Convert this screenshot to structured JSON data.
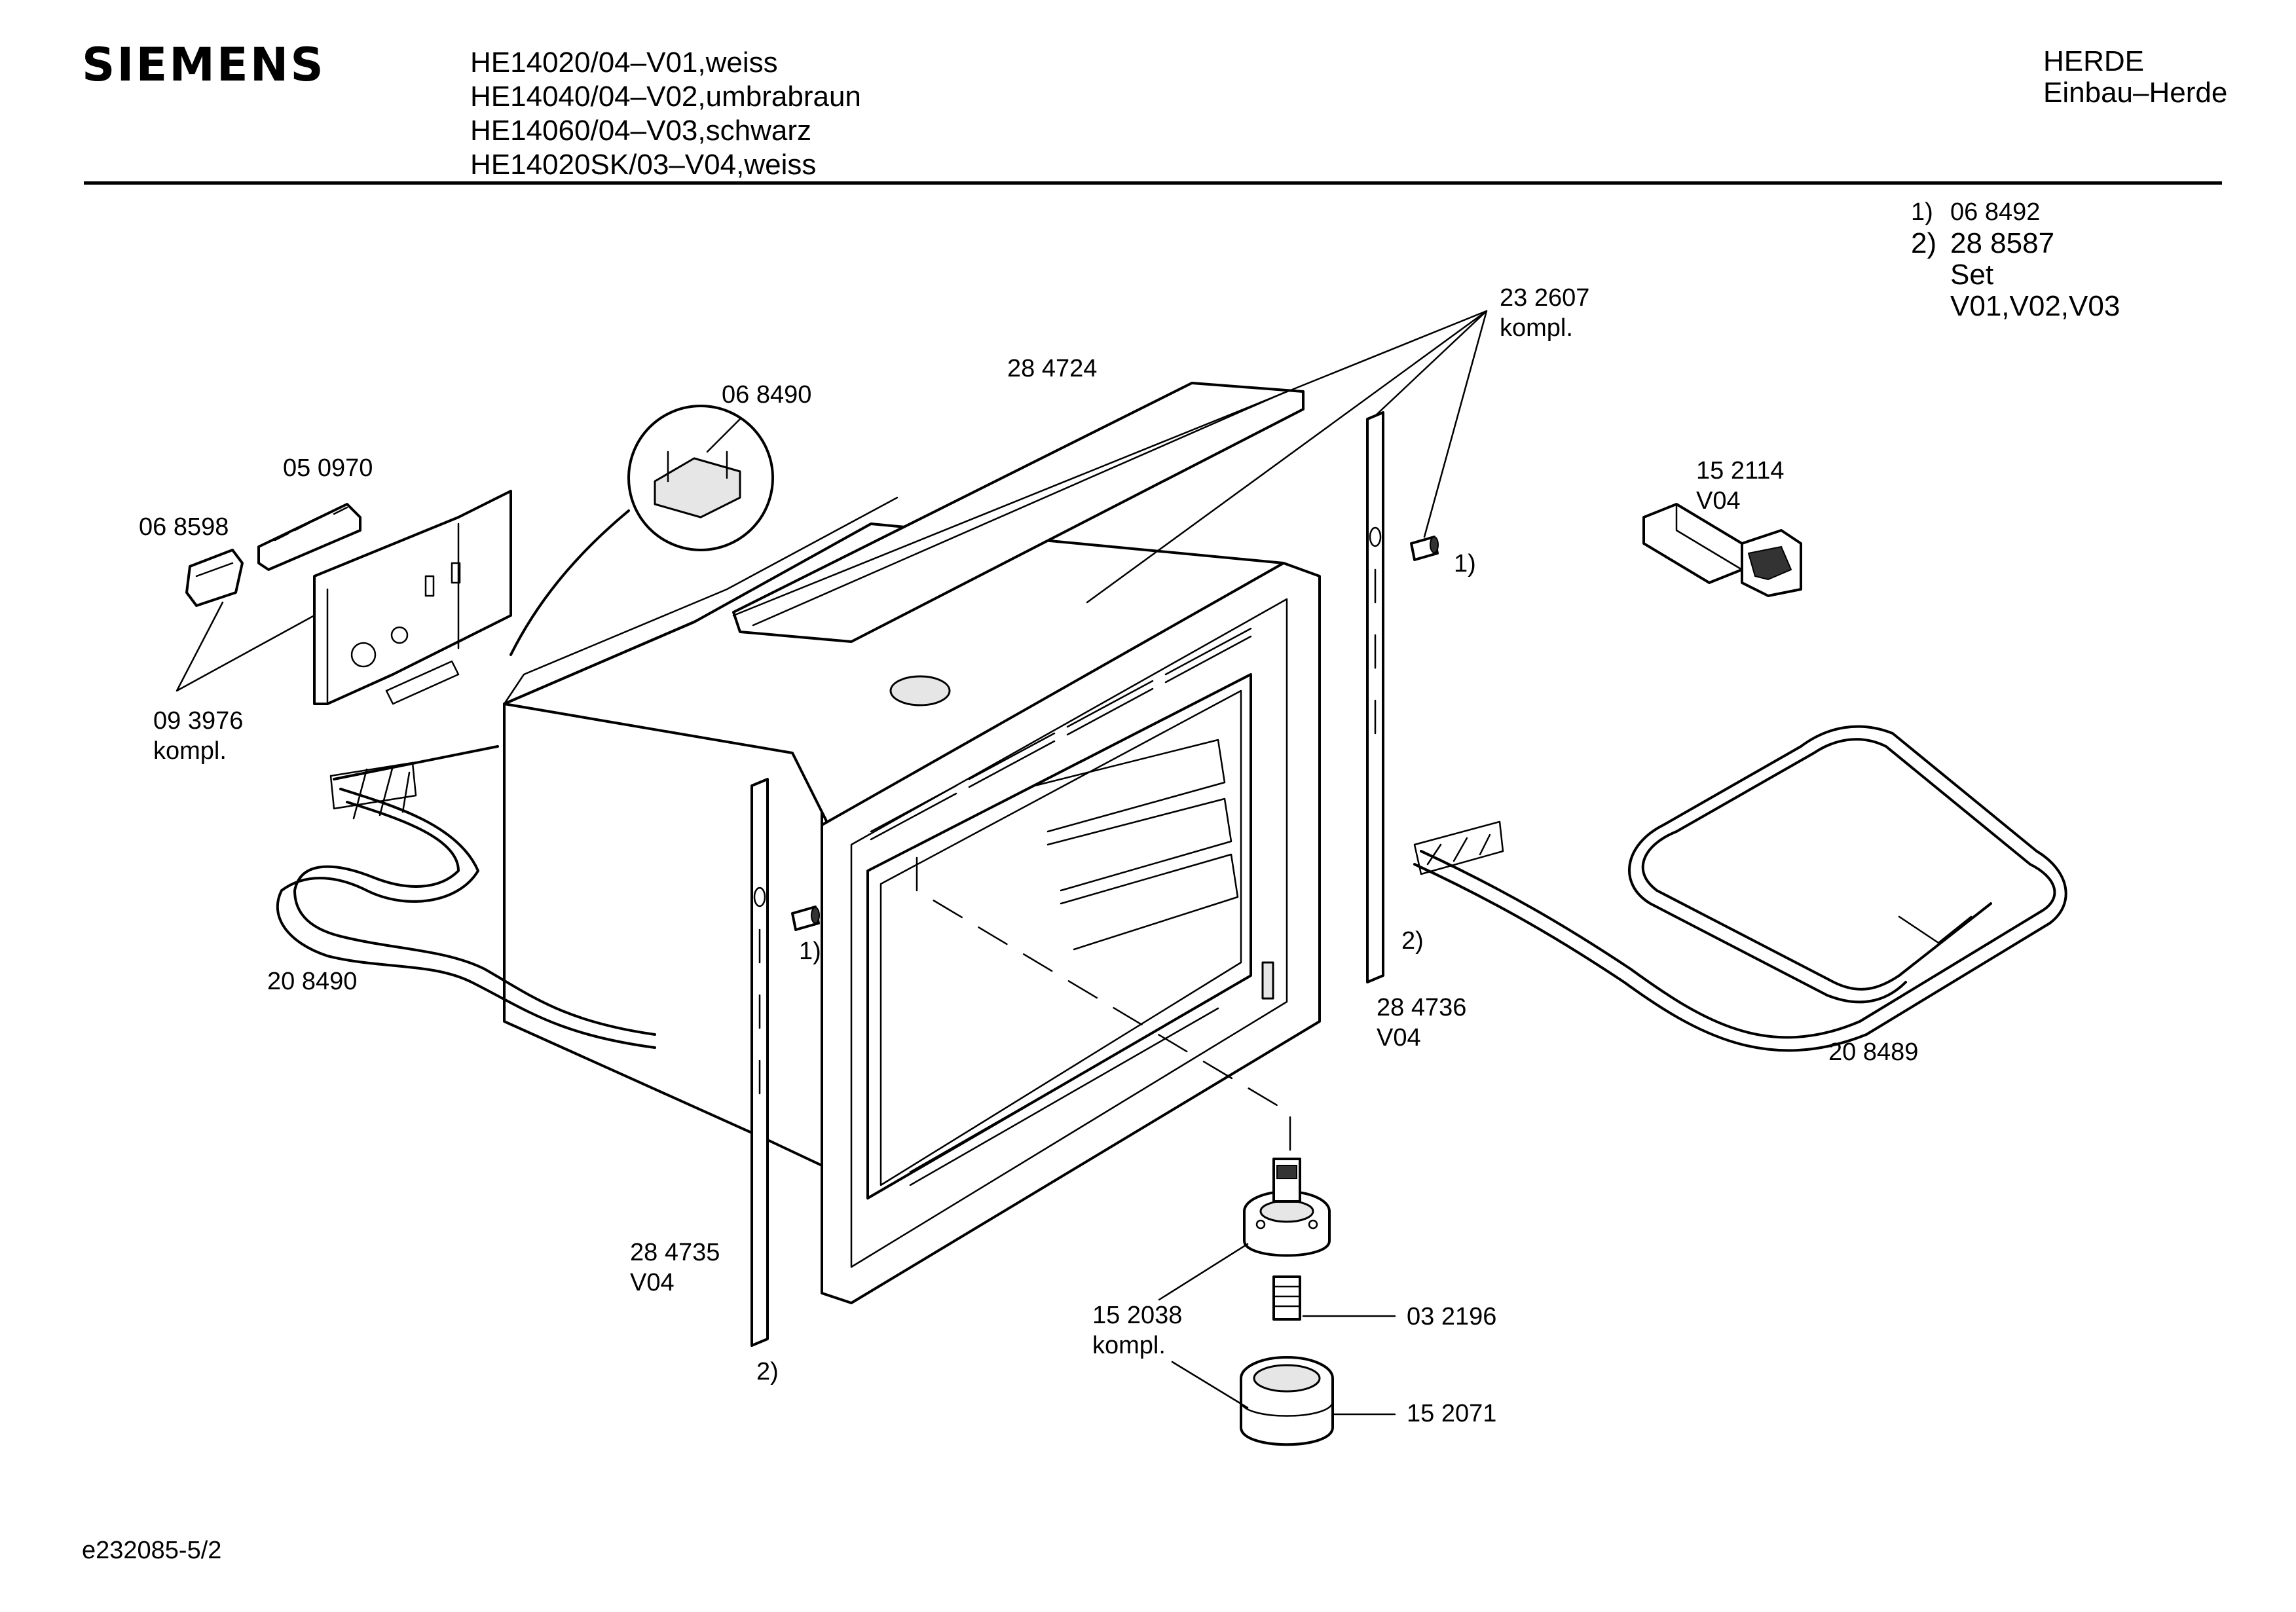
{
  "header": {
    "brand": "SIEMENS",
    "models": [
      "HE14020/04–V01,weiss",
      "HE14040/04–V02,umbrabraun",
      "HE14060/04–V03,schwarz",
      "HE14020SK/03–V04,weiss"
    ],
    "category": [
      "HERDE",
      "Einbau–Herde"
    ]
  },
  "notes": [
    {
      "key": "1)",
      "value": "06 8492"
    },
    {
      "key": "2)",
      "value": "28 8587"
    },
    {
      "key": "",
      "value": "Set"
    },
    {
      "key": "",
      "value": "V01,V02,V03"
    }
  ],
  "parts": {
    "p068598": "06 8598",
    "p050970": "05 0970",
    "p093976": [
      "09 3976",
      "kompl."
    ],
    "p068490": "06 8490",
    "p284724": "28 4724",
    "p232607": [
      "23 2607",
      "kompl."
    ],
    "p152114": [
      "15 2114",
      "V04"
    ],
    "ref1_right": "1)",
    "ref1_left": "1)",
    "p208490": "20 8490",
    "ref2_right": "2)",
    "p284736": [
      "28 4736",
      "V04"
    ],
    "p208489": "20 8489",
    "p284735": [
      "28 4735",
      "V04"
    ],
    "ref2_left": "2)",
    "p152038": [
      "15 2038",
      "kompl."
    ],
    "p032196": "03 2196",
    "p152071": "15 2071"
  },
  "footer": "e232085-5/2"
}
